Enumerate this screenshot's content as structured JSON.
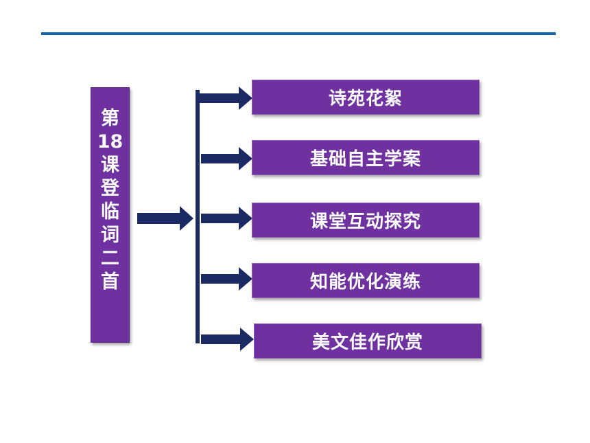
{
  "title_chars": [
    "第",
    "18",
    "课",
    "登",
    "临",
    "词",
    "二",
    "首"
  ],
  "items": [
    {
      "label": "诗苑花絮"
    },
    {
      "label": "基础自主学案"
    },
    {
      "label": "课堂互动探究"
    },
    {
      "label": "知能优化演练"
    },
    {
      "label": "美文佳作欣赏"
    }
  ],
  "colors": {
    "accent_rule": "#1565ad",
    "box_fill": "#6f30a0",
    "arrow": "#1b2a63",
    "text": "#ffffff"
  }
}
